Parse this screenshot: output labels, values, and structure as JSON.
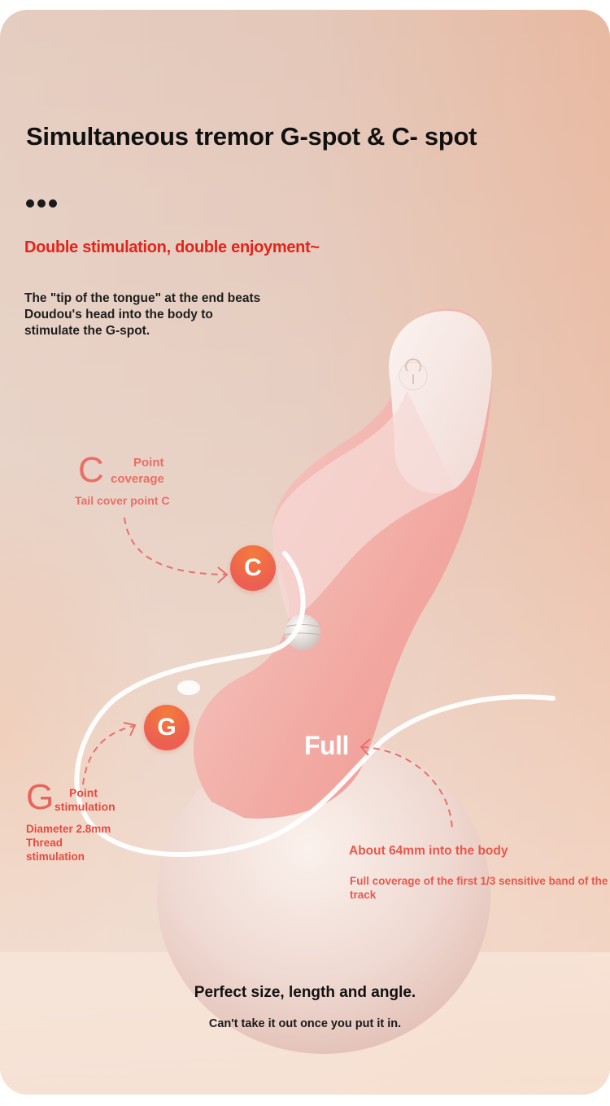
{
  "header": {
    "title": "Simultaneous tremor G-spot & C- spot",
    "subtitle": "Double stimulation, double enjoyment~",
    "description": "The \"tip of the tongue\" at the end beats Doudou's head into the body to stimulate the G-spot."
  },
  "c_point": {
    "letter": "C",
    "label_line1": "Point",
    "label_line2": "coverage",
    "sub": "Tail cover point C",
    "badge": "C"
  },
  "g_point": {
    "letter": "G",
    "label_line1": "Point",
    "label_line2": "stimulation",
    "sub_line1": "Diameter 2.8mm",
    "sub_line2": "Thread",
    "sub_line3": "stimulation",
    "badge": "G"
  },
  "full_coverage": {
    "label": "Full",
    "depth": "About 64mm into the body",
    "detail": "Full coverage of the first 1/3 sensitive band of the track"
  },
  "footer": {
    "headline": "Perfect size, length and angle.",
    "tagline": "Can't take it out once you put it in."
  },
  "icons": {
    "power": "power-icon",
    "more": "ellipsis-icon"
  },
  "colors": {
    "accent_red": "#e3241b",
    "annotation_red": "#ea6e66",
    "badge_orange": "#f47b3a",
    "badge_red": "#ec5f52",
    "background_peach": "#e8b9a1"
  }
}
